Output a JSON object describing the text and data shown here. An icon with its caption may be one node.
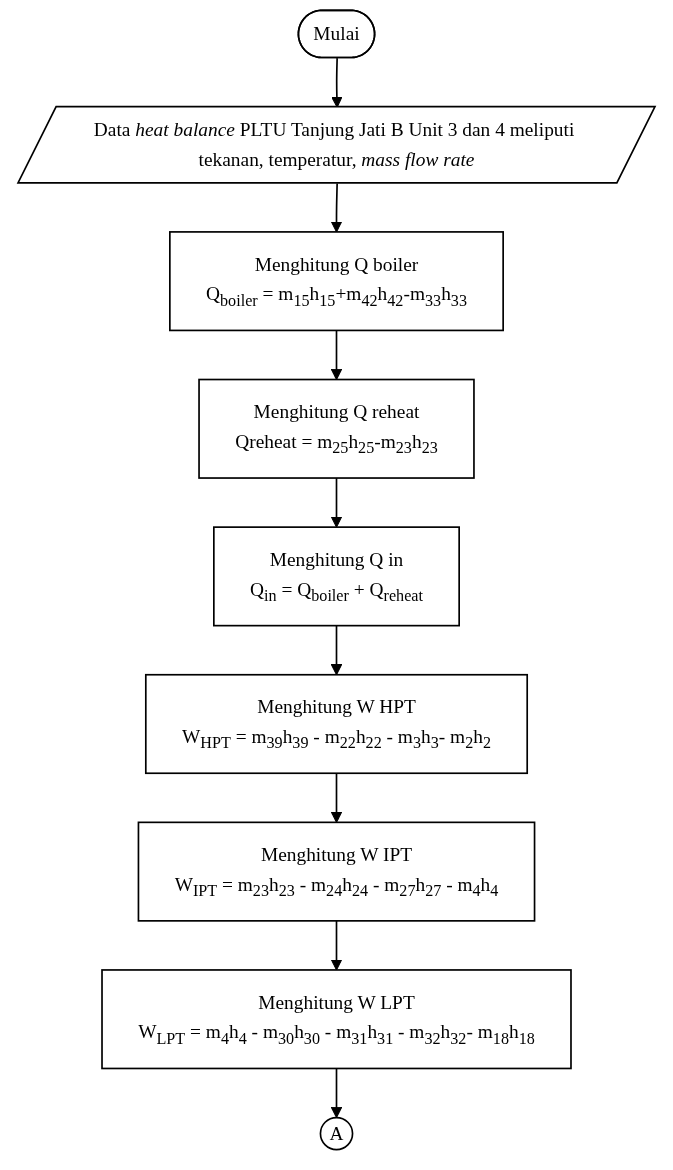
{
  "diagram": {
    "nodes": [
      {
        "text": [
          "Mulai"
        ]
      },
      {
        "text": [
          "Data *heat balance* PLTU Tanjung Jati B Unit 3 dan 4 meliputi tekanan, temperatur, *mass flow rate*"
        ]
      },
      {
        "text": [
          "Menghitung Q boiler",
          "Q$_{boiler}$ = m$_{15}$h$_{15}$+m$_{42}$h$_{42}$-m$_{33}$h$_{33}$"
        ]
      },
      {
        "text": [
          "Menghitung Q reheat",
          "Qreheat = m$_{25}$h$_{25}$-m$_{23}$h$_{23}$"
        ]
      },
      {
        "text": [
          "Menghitung Q in",
          "Q$_{in}$ = Q$_{boiler}$ + Q$_{reheat}$"
        ]
      },
      {
        "text": [
          "Menghitung W HPT",
          "W$_{HPT}$ = m$_{39}$h$_{39}$ - m$_{22}$h$_{22}$ - m$_{3}$h$_{3}$- m$_{2}$h$_{2}$"
        ]
      },
      {
        "text": [
          "Menghitung W IPT",
          "W$_{IPT}$ = m$_{23}$h$_{23}$ - m$_{24}$h$_{24}$ - m$_{27}$h$_{27}$ - m$_{4}$h$_{4}$"
        ]
      },
      {
        "text": [
          "Menghitung W LPT",
          "W$_{LPT}$ = m$_{4}$h$_{4}$ - m$_{30}$h$_{30}$ - m$_{31}$h$_{31}$ - m$_{32}$h$_{32}$- m$_{18}$h$_{18}$"
        ]
      },
      {
        "text": [
          "A"
        ]
      }
    ],
    "edges": [
      {
        "from": 0,
        "to": 1,
        "arrow": "to"
      },
      {
        "from": 1,
        "to": 2,
        "arrow": "to"
      },
      {
        "from": 2,
        "to": 3,
        "arrow": "to"
      },
      {
        "from": 3,
        "to": 4,
        "arrow": "to"
      },
      {
        "from": 4,
        "to": 5,
        "arrow": "to"
      },
      {
        "from": 5,
        "to": 6,
        "arrow": "to"
      },
      {
        "from": 6,
        "to": 7,
        "arrow": "to"
      },
      {
        "from": 7,
        "to": 8,
        "arrow": "to"
      }
    ]
  }
}
